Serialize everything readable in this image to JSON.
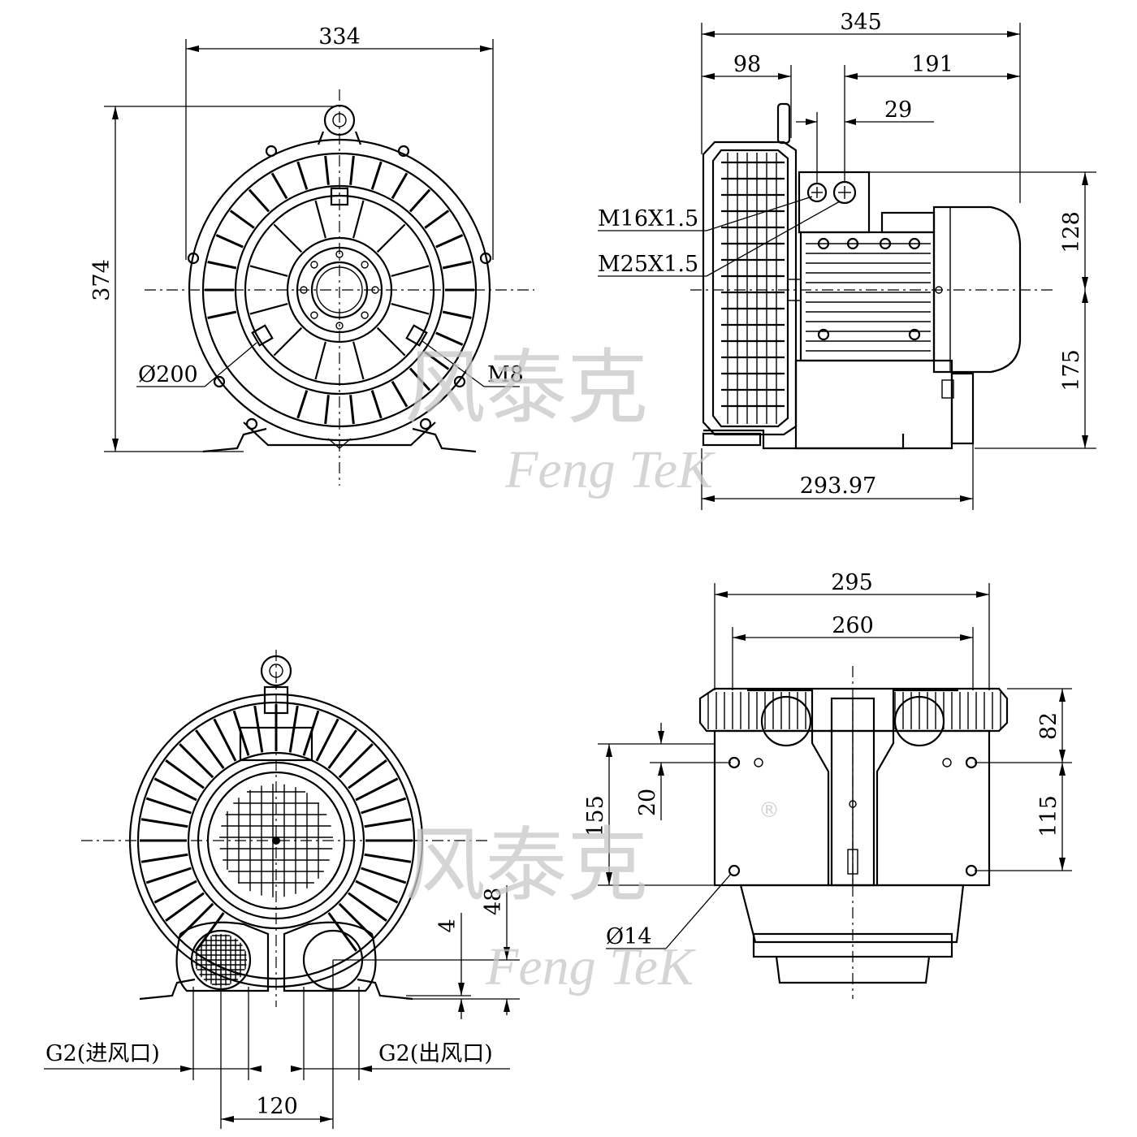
{
  "dimensions": {
    "front_width": "334",
    "front_height": "374",
    "bore_diameter": "Ø200",
    "bolt": "M8",
    "side_overall_length": "345",
    "side_motor_offset": "98",
    "side_motor_length": "191",
    "side_terminal_offset": "29",
    "side_upper_height": "128",
    "side_lower_height": "175",
    "side_base_length": "293.97",
    "thread_small": "M16X1.5",
    "thread_large": "M25X1.5",
    "top_overall_width": "295",
    "top_hole_spacing": "260",
    "top_height_upper": "82",
    "top_height_lower": "115",
    "top_left_155": "155",
    "top_left_20": "20",
    "mount_hole": "Ø14",
    "rear_height_48": "48",
    "rear_height_4": "4",
    "port_spacing": "120",
    "inlet_label": "G2(进风口)",
    "outlet_label": "G2(出风口)"
  },
  "watermark": {
    "chinese": "风泰克",
    "english": "Feng TeK",
    "registered": "®"
  }
}
